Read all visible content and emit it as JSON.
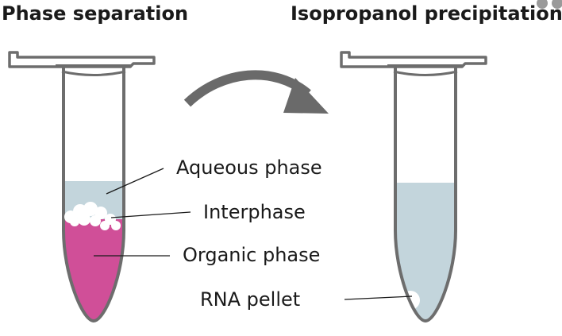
{
  "titles": {
    "left": "Phase separation",
    "right": "Isopropanol precipitation"
  },
  "labels": {
    "aqueous": "Aqueous phase",
    "interphase": "Interphase",
    "organic": "Organic phase",
    "rna_pellet": "RNA pellet"
  },
  "colors": {
    "tube_outline": "#6d6d6d",
    "aqueous": "#c3d5dc",
    "organic": "#d04f98",
    "interphase": "#ffffff",
    "arrow": "#6a6a6a",
    "leader_line": "#1a1a1a"
  },
  "icons": {
    "arrow": "curved-arrow-icon",
    "corner": "overlay-control-icons"
  }
}
